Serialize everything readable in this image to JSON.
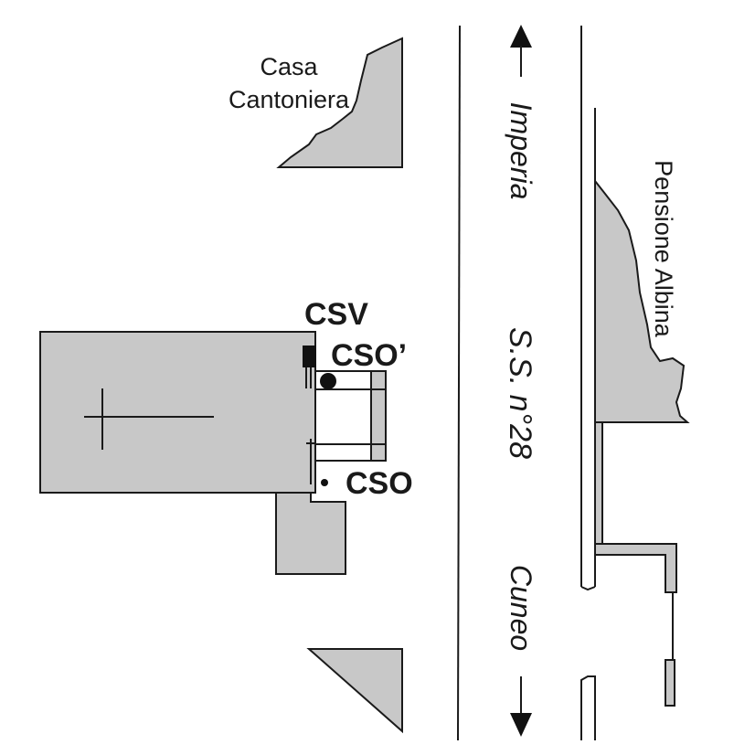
{
  "labels": {
    "casa_line1": "Casa",
    "casa_line2": "Cantoniera",
    "pensione": "Pensione Albina",
    "csv": "CSV",
    "cso_prime": "CSO’",
    "cso": "CSO",
    "imperia": "Imperia",
    "road": "S.S. n°28",
    "cuneo": "Cuneo"
  },
  "icons": [
    "cross-icon",
    "arrow-up-icon",
    "arrow-down-icon",
    "csv-marker-icon",
    "cso-prime-dot-icon",
    "cso-dot-icon"
  ],
  "colors": {
    "building_fill": "#c8c8c8",
    "ink": "#1a1a1a",
    "background": "#ffffff"
  }
}
